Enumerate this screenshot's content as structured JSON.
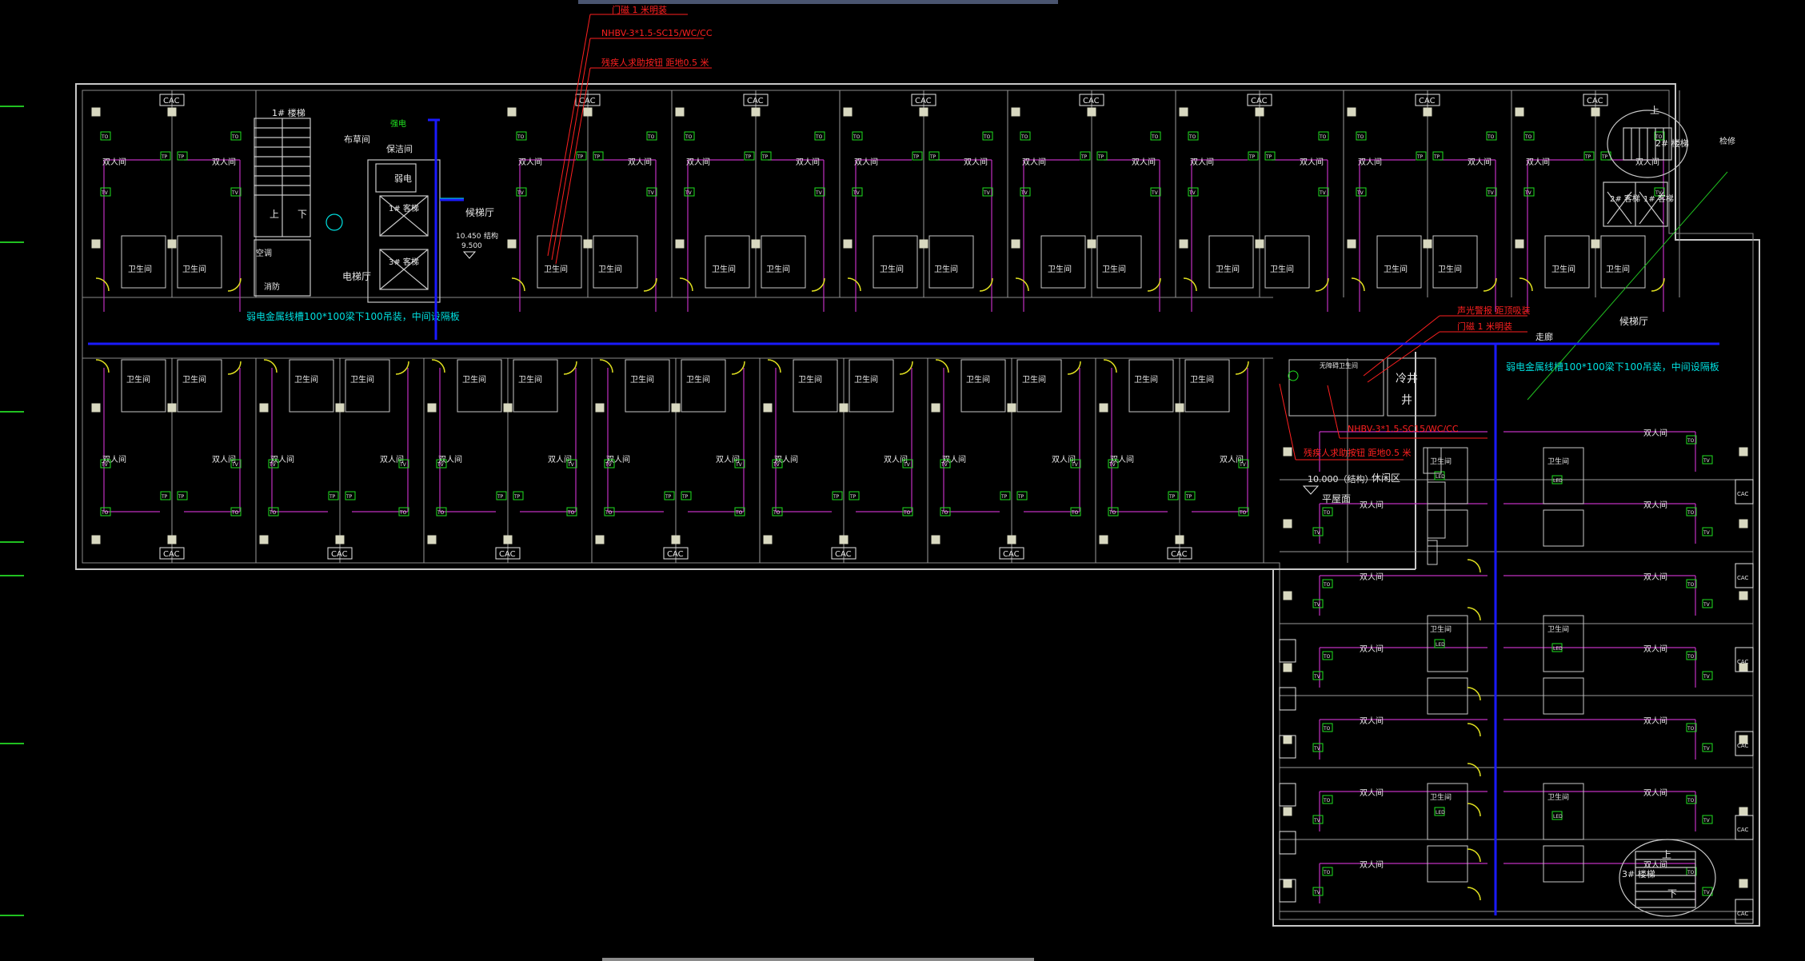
{
  "colors": {
    "background": "#000000",
    "wall": "#c8c8c8",
    "partition": "#9a9a9a",
    "weak_current": "#c030c0",
    "trunk": "#1a1aff",
    "annotation_red": "#ff2020",
    "annotation_cyan": "#00e0e0",
    "device_green": "#20e020",
    "door_yellow": "#e0e020",
    "label_white": "#e6e6e6",
    "top_bar": "#4a5570"
  },
  "labels": {
    "room_double": "双人间",
    "bathroom": "卫生间",
    "stair_1": "1# 楼梯",
    "stair_2": "2# 楼梯",
    "stair_3": "3# 楼梯",
    "passenger_elevator": "1# 客梯",
    "passenger_elevator_3": "3# 客梯",
    "passenger_elevator_2": "2# 客梯",
    "elevator_hall": "电梯厅",
    "waiting_hall": "候梯厅",
    "waiting_hall_east": "候梯厅",
    "corridor": "走廊",
    "cold_shaft": "冷井",
    "shaft_label": "井",
    "weak_room": "弱电",
    "janitor": "布草间",
    "cleaning": "保洁间",
    "lounge": "休闲区",
    "hatch_label": "检修",
    "floor_level": "10.000（结构）",
    "floor_name": "平屋面",
    "top_level": "10.450",
    "top_level_sub": "结构",
    "mid_level": "9.500",
    "strong": "强电",
    "ac": "空调",
    "small_fw": "消防",
    "accessible_wc": "无障碍卫生间",
    "tray_west": "弱电金属线槽100*100梁下100吊装，中间设隔板",
    "tray_east": "弱电金属线槽100*100梁下100吊装，中间设隔板",
    "red_top_1": "门磁 1 米明装",
    "red_top_2": "NHBV-3*1.5-SC15/WC/CC",
    "red_top_3": "残疾人求助按钮 距地0.5 米",
    "red_mid_1": "声光警报 距顶吸装",
    "red_mid_2": "门磁 1 米明装",
    "red_mid_3": "NHBV-3*1.5-SC15/WC/CC",
    "red_mid_4": "残疾人求助按钮 距地0.5 米",
    "device_to": "TO",
    "device_tv": "TV",
    "device_tp": "TP",
    "device_cac": "CAC",
    "device_led": "LED",
    "stair_up": "上",
    "stair_down": "下"
  }
}
